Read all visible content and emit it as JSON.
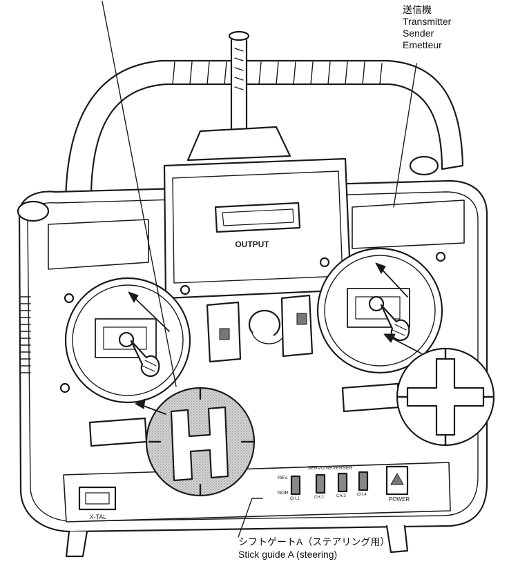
{
  "labels": {
    "transmitter_jp": "送信機",
    "transmitter_en": "Transmitter",
    "transmitter_de": "Sender",
    "transmitter_fr": "Emetteur",
    "stick_guide_jp": "シフトゲートA（ステアリング用）",
    "stick_guide_en": "Stick guide A (steering)"
  },
  "panel_text": {
    "output": "OUTPUT",
    "servo_reverser": "SERVO REVERSER",
    "rev": "REV.",
    "nor": "NOR.",
    "ch1": "CH.1",
    "ch2": "CH.2",
    "ch3": "CH.3",
    "ch4": "CH.4",
    "power": "POWER",
    "xtal": "X-TAL"
  },
  "colors": {
    "ink": "#1a1a1a",
    "paper": "#ffffff",
    "gate_fill": "#bdbdbd"
  }
}
